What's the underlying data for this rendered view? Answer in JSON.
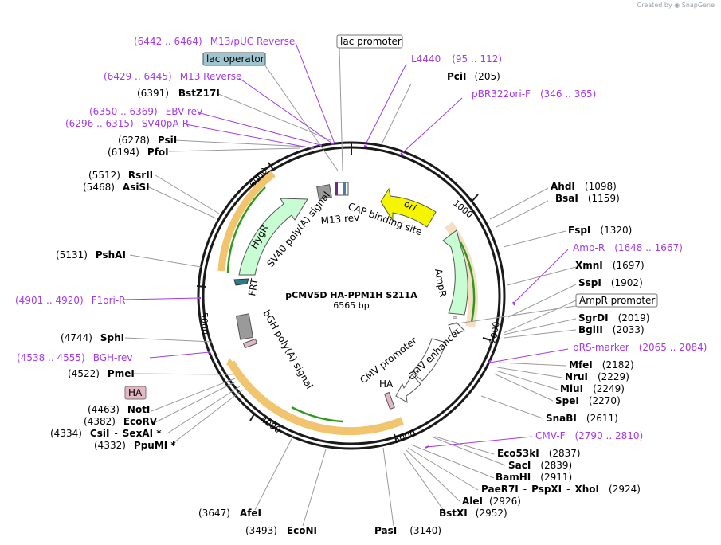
{
  "credit": {
    "created_by": "Created by",
    "brand": "SnapGene"
  },
  "plasmid": {
    "name": "pCMV5D HA-PPM1H S211A",
    "length": "6565 bp"
  },
  "ticks": [
    "1000",
    "2000",
    "3000",
    "4000",
    "5000",
    "6000"
  ],
  "features": {
    "ori": "ori",
    "ampr": "AmpR",
    "ampr_promoter": "AmpR promoter",
    "cmv_enhancer": "CMV enhancer",
    "cmv_promoter": "CMV promoter",
    "ha": "HA",
    "bgh": "bGH poly(A) signal",
    "sv40": "SV40 poly(A) signal",
    "hygr": "HygR",
    "frt": "FRT",
    "cap": "CAP binding site",
    "m13rev": "M13 rev",
    "lac_promoter": "lac promoter",
    "lac_operator": "lac operator"
  },
  "sites": [
    {
      "name": "PciI",
      "pos": "(205)"
    },
    {
      "name": "AhdI",
      "pos": "(1098)"
    },
    {
      "name": "BsaI",
      "pos": "(1159)"
    },
    {
      "name": "FspI",
      "pos": "(1320)"
    },
    {
      "name": "XmnI",
      "pos": "(1697)"
    },
    {
      "name": "SspI",
      "pos": "(1902)"
    },
    {
      "name": "SgrDI",
      "pos": "(2019)"
    },
    {
      "name": "BglII",
      "pos": "(2033)"
    },
    {
      "name": "MfeI",
      "pos": "(2182)"
    },
    {
      "name": "NruI",
      "pos": "(2229)"
    },
    {
      "name": "MluI",
      "pos": "(2249)"
    },
    {
      "name": "SpeI",
      "pos": "(2270)"
    },
    {
      "name": "SnaBI",
      "pos": "(2611)"
    },
    {
      "name": "Eco53kI",
      "pos": "(2837)"
    },
    {
      "name": "SacI",
      "pos": "(2839)"
    },
    {
      "name": "BamHI",
      "pos": "(2911)"
    },
    {
      "name": "PaeR7I",
      "pos": ""
    },
    {
      "name": "PspXI",
      "pos": ""
    },
    {
      "name": "XhoI",
      "pos": "(2924)"
    },
    {
      "name": "AleI",
      "pos": "(2926)"
    },
    {
      "name": "BstXI",
      "pos": "(2952)"
    },
    {
      "name": "PasI",
      "pos": "(3140)"
    },
    {
      "name": "EcoNI",
      "pos": "(3493)"
    },
    {
      "name": "AfeI",
      "pos": "(3647)"
    },
    {
      "name": "PpuMI *",
      "pos": "(4332)"
    },
    {
      "name": "SexAI *",
      "pos": ""
    },
    {
      "name": "CsiI",
      "pos": "(4334)"
    },
    {
      "name": "EcoRV",
      "pos": "(4382)"
    },
    {
      "name": "NotI",
      "pos": "(4463)"
    },
    {
      "name": "PmeI",
      "pos": "(4522)"
    },
    {
      "name": "SphI",
      "pos": "(4744)"
    },
    {
      "name": "PshAI",
      "pos": "(5131)"
    },
    {
      "name": "AsiSI",
      "pos": "(5468)"
    },
    {
      "name": "RsrII",
      "pos": "(5512)"
    },
    {
      "name": "PfoI",
      "pos": "(6194)"
    },
    {
      "name": "PsiI",
      "pos": "(6278)"
    },
    {
      "name": "BstZ17I",
      "pos": "(6391)"
    }
  ],
  "primers": [
    {
      "name": "L4440",
      "pos": "(95 .. 112)"
    },
    {
      "name": "pBR322ori-F",
      "pos": "(346 .. 365)"
    },
    {
      "name": "Amp-R",
      "pos": "(1648 .. 1667)"
    },
    {
      "name": "pRS-marker",
      "pos": "(2065 .. 2084)"
    },
    {
      "name": "CMV-F",
      "pos": "(2790 .. 2810)"
    },
    {
      "name": "BGH-rev",
      "pos": "(4538 .. 4555)"
    },
    {
      "name": "F1ori-R",
      "pos": "(4901 .. 4920)"
    },
    {
      "name": "SV40pA-R",
      "pos": "(6296 .. 6315)"
    },
    {
      "name": "EBV-rev",
      "pos": "(6350 .. 6369)"
    },
    {
      "name": "M13 Reverse",
      "pos": "(6429 .. 6445)"
    },
    {
      "name": "M13/pUC Reverse",
      "pos": "(6442 .. 6464)"
    }
  ],
  "colors": {
    "backbone": "#1a1a1a",
    "primer": "#a23be6",
    "ori": "#f5f500",
    "cds": "#c8fcd2",
    "orf": "#e8a33c",
    "orf_inner": "#2f9a20",
    "ha_box": "#e3b8c3",
    "lac_operator_box": "#9fc6d0",
    "promoter": "#ffffff",
    "frt": "#2b7c8a"
  }
}
